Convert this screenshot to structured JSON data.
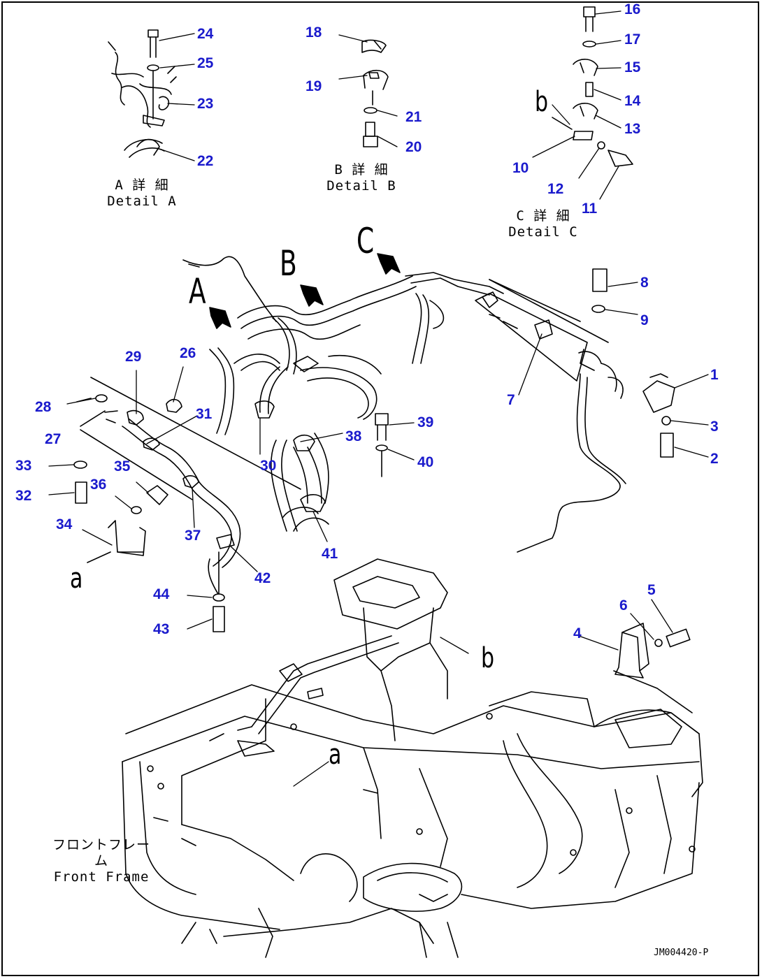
{
  "colors": {
    "callout": "#1a1acc",
    "line": "#000000",
    "background": "#ffffff"
  },
  "callouts": {
    "c1": "1",
    "c2": "2",
    "c3": "3",
    "c4": "4",
    "c5": "5",
    "c6": "6",
    "c7": "7",
    "c8": "8",
    "c9": "9",
    "c10": "10",
    "c11": "11",
    "c12": "12",
    "c13": "13",
    "c14": "14",
    "c15": "15",
    "c16": "16",
    "c17": "17",
    "c18": "18",
    "c19": "19",
    "c20": "20",
    "c21": "21",
    "c22": "22",
    "c23": "23",
    "c24": "24",
    "c25": "25",
    "c26": "26",
    "c27": "27",
    "c28": "28",
    "c29": "29",
    "c30": "30",
    "c31": "31",
    "c32": "32",
    "c33": "33",
    "c34": "34",
    "c35": "35",
    "c36": "36",
    "c37": "37",
    "c38": "38",
    "c39": "39",
    "c40": "40",
    "c41": "41",
    "c42": "42",
    "c43": "43",
    "c44": "44"
  },
  "view_letters": {
    "a": "A",
    "b": "B",
    "c": "C"
  },
  "refs": {
    "lower_a": "a",
    "lower_b": "b",
    "lower_b_detail": "b",
    "lower_a_frame": "a"
  },
  "captions": {
    "detail_a_jp": "A 詳 細",
    "detail_a_en": "Detail A",
    "detail_b_jp": "B 詳 細",
    "detail_b_en": "Detail B",
    "detail_c_jp": "C 詳 細",
    "detail_c_en": "Detail C",
    "frame_jp": "フロントフレーム",
    "frame_en": "Front Frame"
  },
  "drawing_code": "JM004420-P"
}
